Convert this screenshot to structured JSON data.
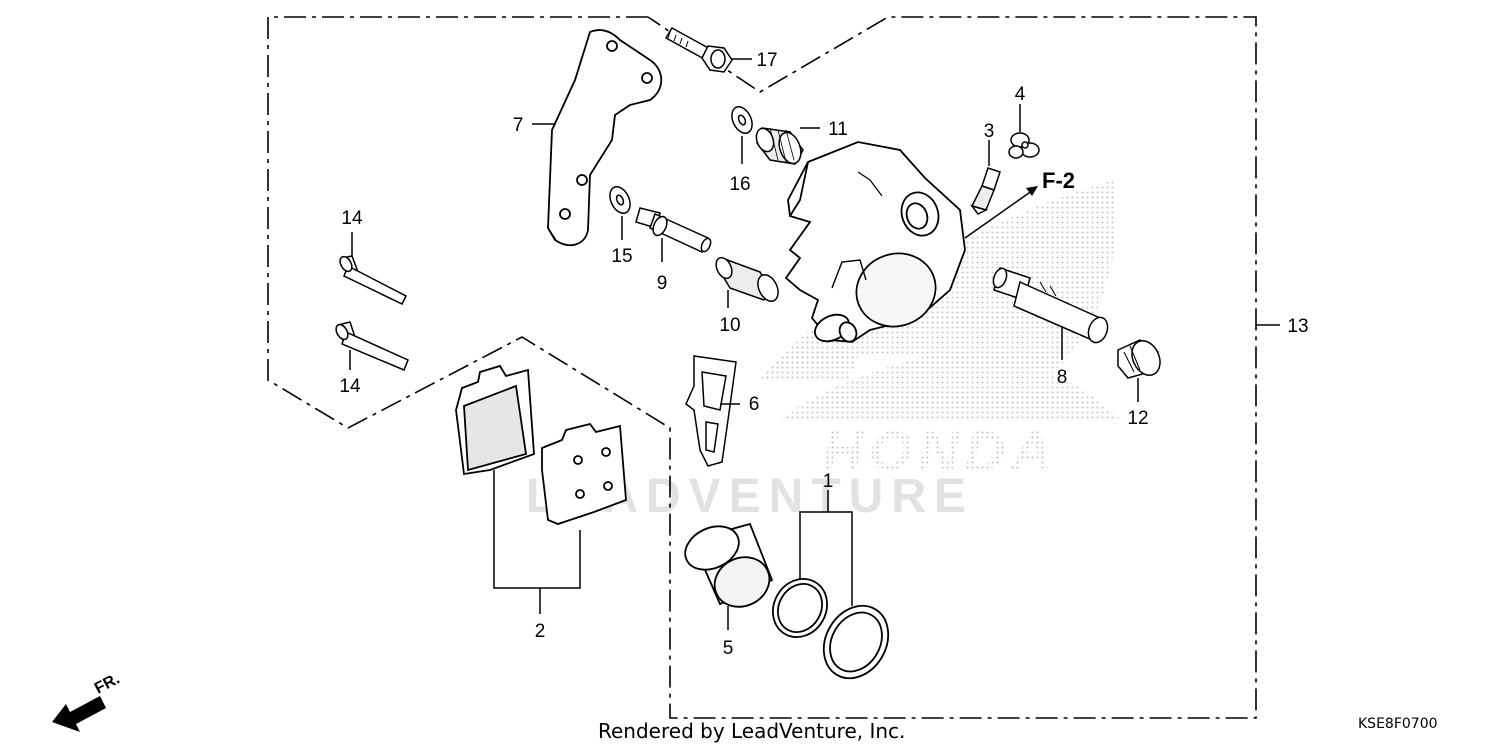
{
  "diagram": {
    "watermark_brand": "HONDA",
    "watermark_company": "LEADVENTURE",
    "reference_label": "F-2",
    "front_label": "FR.",
    "code": "KSE8F0700",
    "credit": "Rendered by LeadVenture, Inc."
  },
  "parts": [
    {
      "ref": "1"
    },
    {
      "ref": "2"
    },
    {
      "ref": "3"
    },
    {
      "ref": "4"
    },
    {
      "ref": "5"
    },
    {
      "ref": "6"
    },
    {
      "ref": "7"
    },
    {
      "ref": "8"
    },
    {
      "ref": "9"
    },
    {
      "ref": "10"
    },
    {
      "ref": "11"
    },
    {
      "ref": "12"
    },
    {
      "ref": "13"
    },
    {
      "ref": "14"
    },
    {
      "ref": "15"
    },
    {
      "ref": "16"
    },
    {
      "ref": "17"
    }
  ],
  "colors": {
    "line": "#000000",
    "part_fill": "#ffffff",
    "shade": "#d6d6d6",
    "watermark": "#e2e2e2"
  }
}
